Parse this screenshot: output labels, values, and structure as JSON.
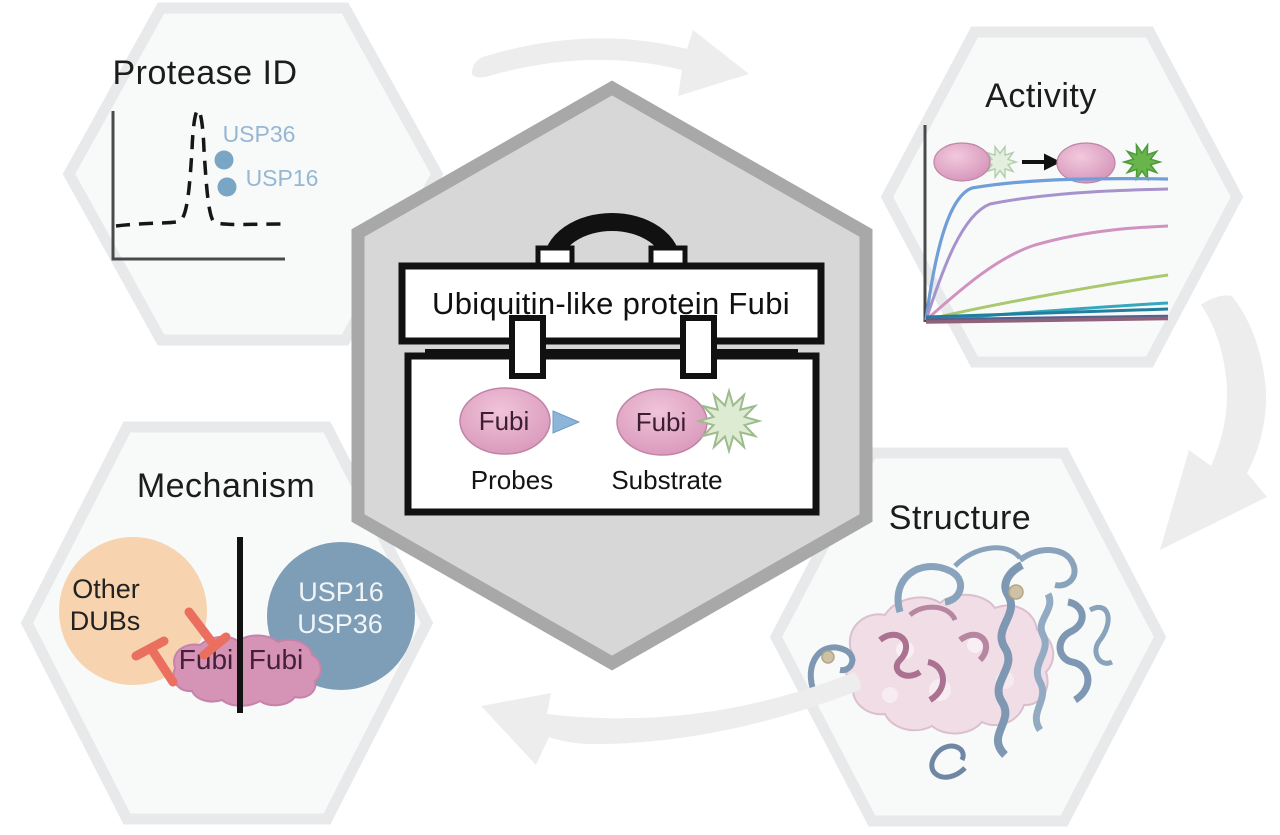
{
  "figure": {
    "type": "cycle-diagram",
    "subject": "Ubiquitin-like protein Fubi toolbox"
  },
  "center": {
    "label": "Ubiquitin-like protein Fubi",
    "probe": {
      "oval": "Fubi",
      "caption": "Probes"
    },
    "substrate": {
      "oval": "Fubi",
      "caption": "Substrate"
    }
  },
  "panels": {
    "protease_id": {
      "title": "Protease ID",
      "hits": [
        "USP36",
        "USP16"
      ],
      "plot": {
        "style": "dashed peak over baseline",
        "hit_dot_color": "#7aa6c6"
      }
    },
    "activity": {
      "title": "Activity",
      "reaction": "quenched probe cleaved to released fluorophore",
      "curves": [
        {
          "color": "#6f9ed9",
          "level": "highest, fast saturating"
        },
        {
          "color": "#a693ce",
          "level": "high saturating"
        },
        {
          "color": "#d192c2",
          "level": "medium rising"
        },
        {
          "color": "#aac86e",
          "level": "low rising"
        },
        {
          "color": "#35a8bd",
          "level": "very low rising"
        },
        {
          "color": "#217e9e",
          "level": "near flat"
        },
        {
          "color": "#55618f",
          "level": "flat"
        },
        {
          "color": "#8f6279",
          "level": "flat baseline"
        }
      ]
    },
    "mechanism": {
      "title": "Mechanism",
      "other_dubs": [
        "Other",
        "DUBs"
      ],
      "usps": [
        "USP16",
        "USP36"
      ],
      "fubi": [
        "Fubi",
        "Fubi"
      ]
    },
    "structure": {
      "title": "Structure",
      "illustration": "protein complex ribbon/surface cartoon, pink surface with blue-gray ribbons"
    }
  },
  "colors": {
    "outer_hex_fill": "#f8f9f9",
    "outer_hex_border": "#e8e9ea",
    "center_hex_fill": "#d7d7d8",
    "center_hex_border": "#a8a8a8",
    "fubi_pink": "#dda2c3",
    "probe_arrow_blue": "#8cb6d9",
    "substrate_star_green": "#ddebd2",
    "activity_star_green": "#67b54b",
    "hit_dot_blue": "#7aa6c6",
    "other_dubs_orange": "#f7d4af",
    "usp_circle_blue": "#7e9db7",
    "fubi_blob_pink": "#d593b6",
    "inhibition_red": "#ea6f5f",
    "cycle_arrow_gray": "#ededee"
  }
}
